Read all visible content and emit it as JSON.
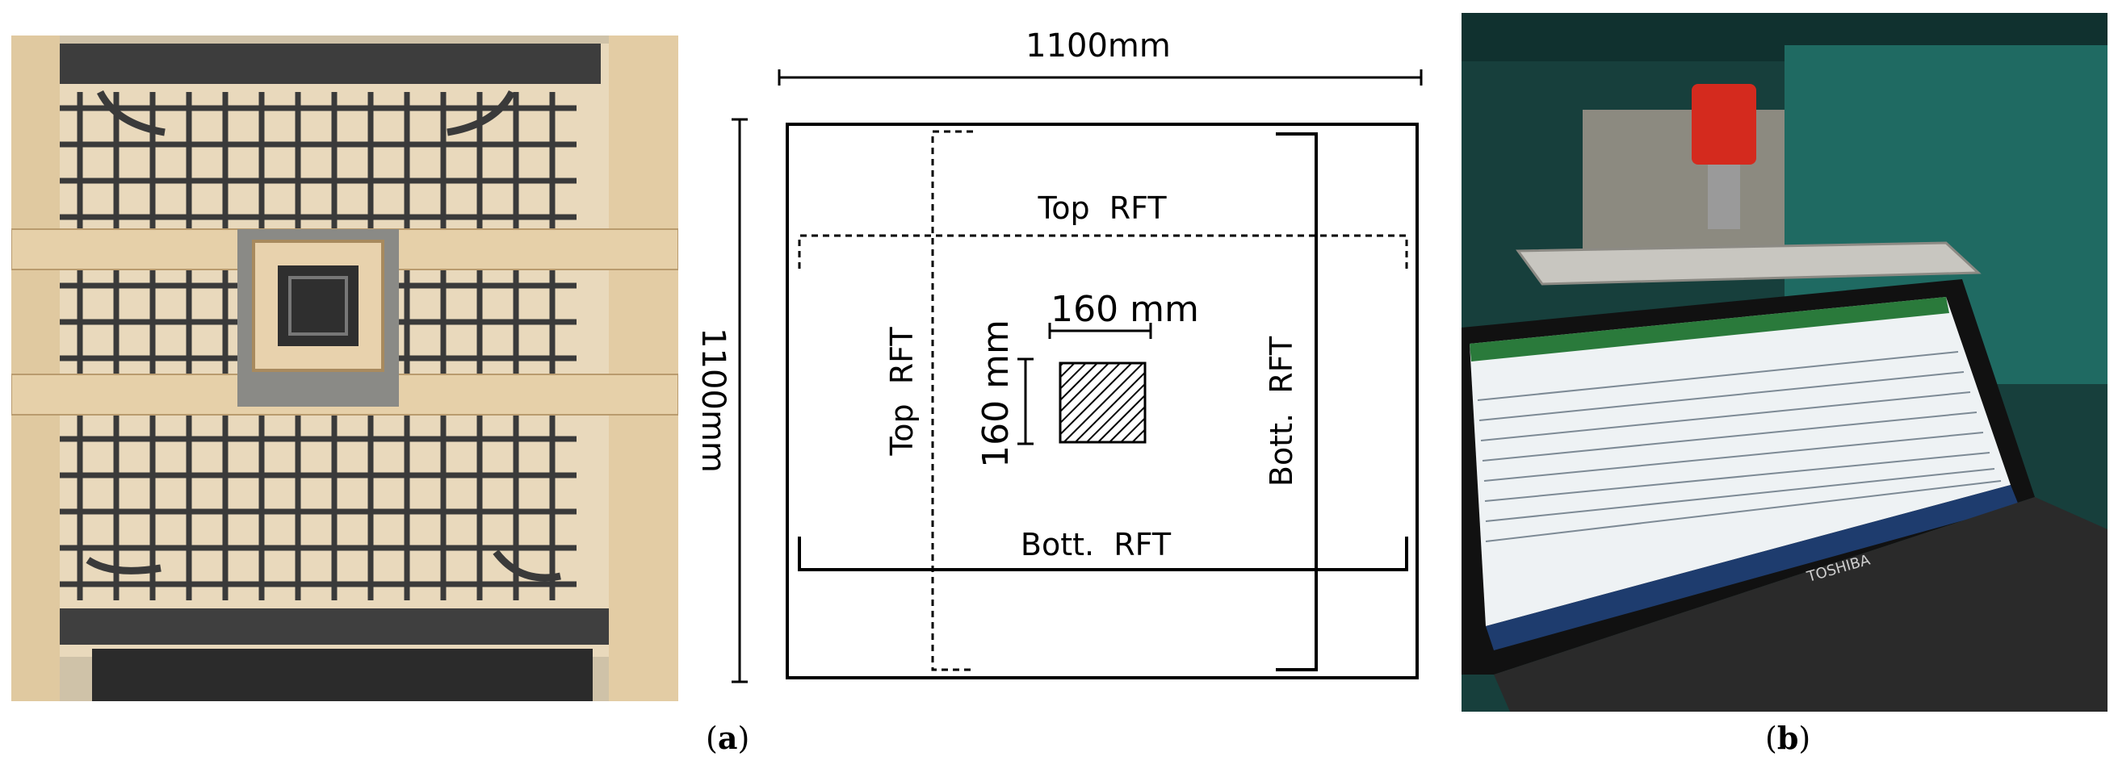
{
  "figure": {
    "caption_a": "a",
    "caption_b": "b"
  },
  "drawing": {
    "dim_width": "1100mm",
    "dim_height": "1100mm",
    "top_rft_horizontal": "Top  RFT",
    "top_rft_vertical": "Top  RFT",
    "bott_rft_horizontal": "Bott.  RFT",
    "bott_rft_vertical": "Bott.  RFT",
    "column_width": "160 mm",
    "column_height": "160 mm"
  },
  "photo_right": {
    "laptop_brand": "TOSHIBA"
  },
  "colors": {
    "timber": "#d9b98a",
    "rebar": "#3a3a3a",
    "background_teal": "#1c5e58",
    "jack_red": "#d42a1e"
  }
}
